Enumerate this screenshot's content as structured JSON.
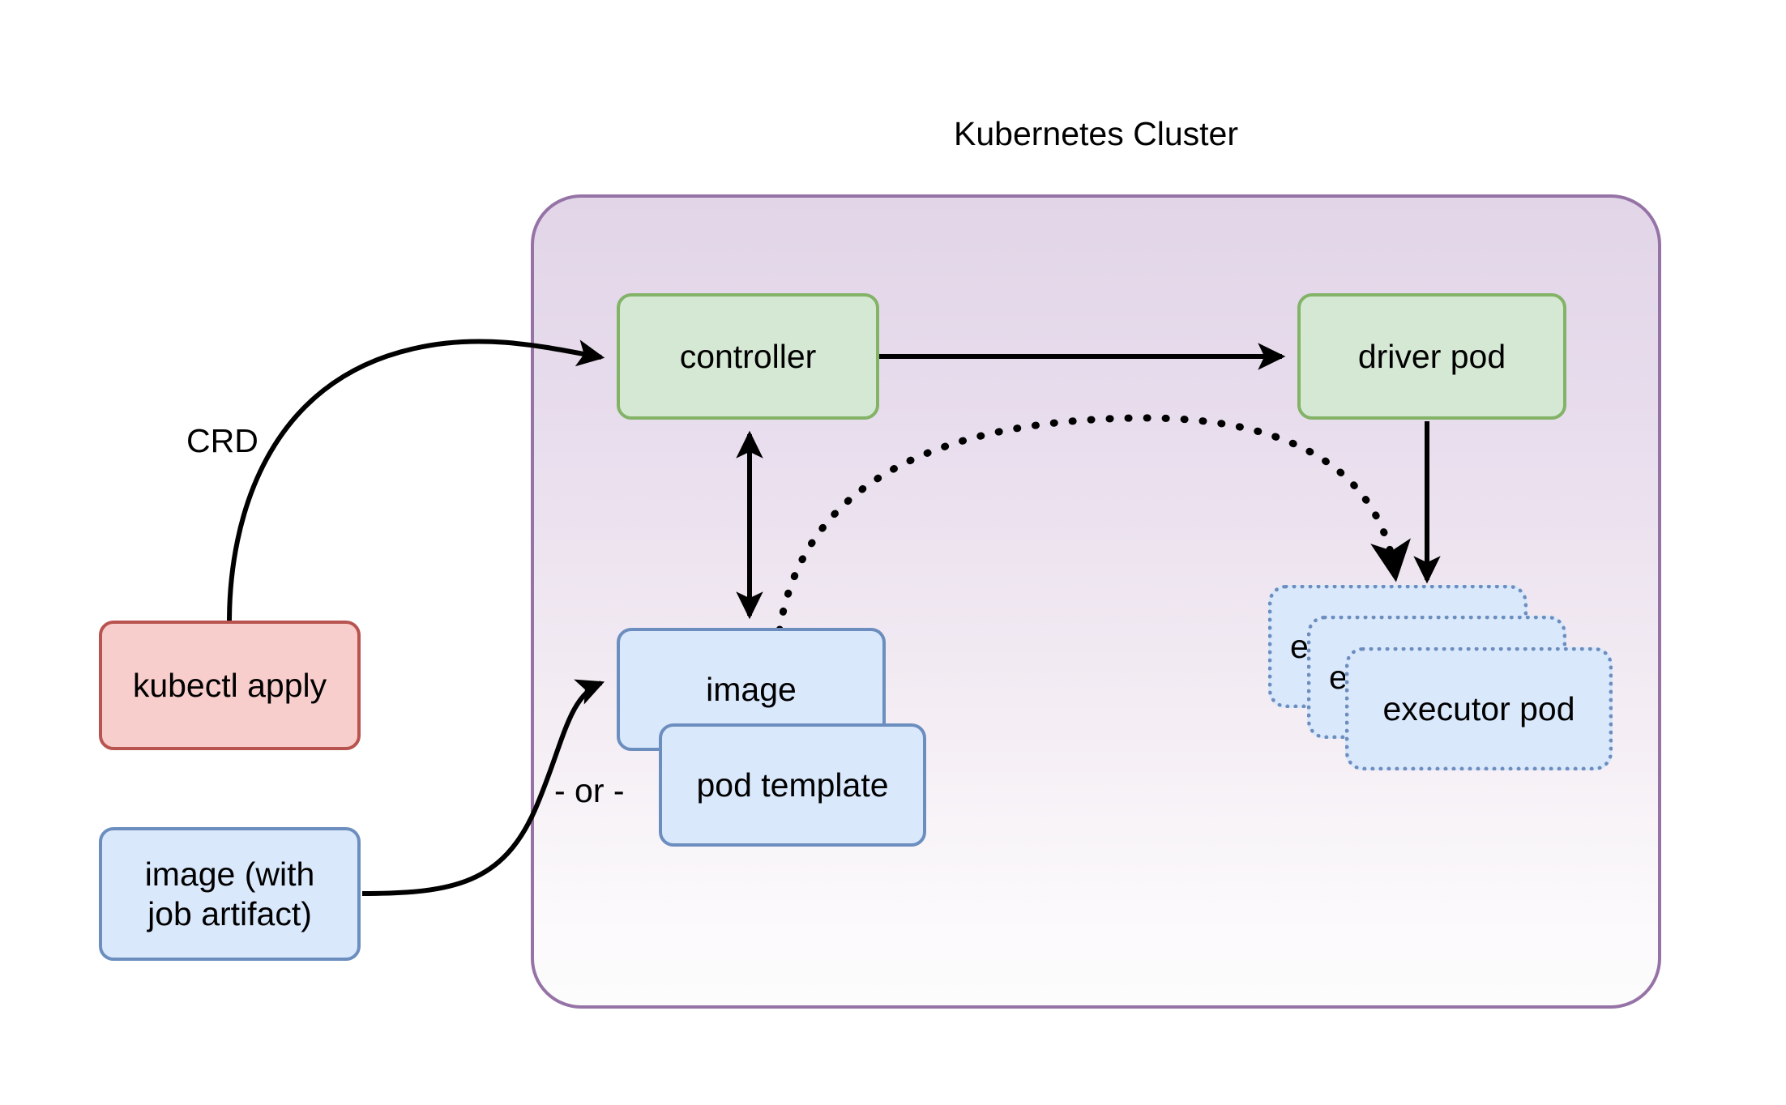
{
  "diagram": {
    "title": "Kubernetes Cluster",
    "background": "#ffffff",
    "colors": {
      "cluster_border": "#9673a6",
      "cluster_fill_top": "#e1d5e7",
      "cluster_fill_bottom": "#fdfcfd",
      "green_fill": "#d5e8d4",
      "green_border": "#82b366",
      "blue_fill": "#dae8fc",
      "blue_border": "#6c8ebf",
      "red_fill": "#f8cecc",
      "red_border": "#b85450",
      "edge_stroke": "#000000"
    }
  },
  "nodes": {
    "controller": {
      "label": "controller"
    },
    "driver_pod": {
      "label": "driver pod"
    },
    "executor_pod_back": {
      "label": "e"
    },
    "executor_pod_mid": {
      "label": "e"
    },
    "executor_pod_front": {
      "label": "executor pod"
    },
    "image": {
      "label": "image"
    },
    "pod_template": {
      "label": "pod template"
    },
    "kubectl_apply": {
      "label": "kubectl apply"
    },
    "image_with_job_artifact": {
      "label": "image (with\njob artifact)",
      "line1": "image (with",
      "line2": "job artifact)"
    }
  },
  "edge_labels": {
    "crd": "CRD",
    "or": "- or -"
  }
}
